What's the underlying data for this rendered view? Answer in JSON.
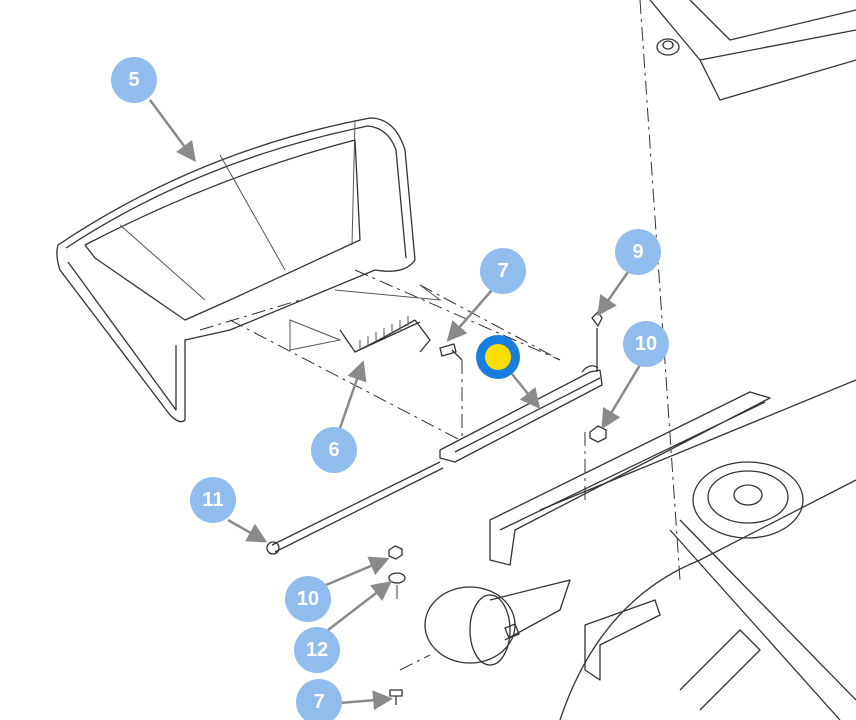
{
  "callouts": [
    {
      "label": "5"
    },
    {
      "label": "7"
    },
    {
      "label": "9"
    },
    {
      "label": "10"
    },
    {
      "label": "6"
    },
    {
      "label": "11"
    },
    {
      "label": "10"
    },
    {
      "label": "12"
    },
    {
      "label": "7"
    }
  ],
  "colors": {
    "callout": "#91bdee",
    "hotspot_ring": "#1a7de0",
    "hotspot_center": "#ffdd00"
  }
}
